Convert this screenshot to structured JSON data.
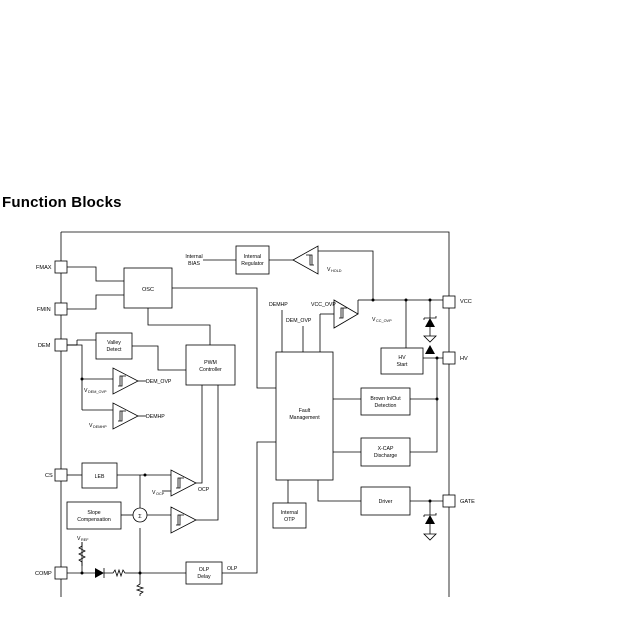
{
  "heading": "Function Blocks",
  "pins": {
    "fmax": "FMAX",
    "fmin": "FMIN",
    "dem": "DEM",
    "cs": "CS",
    "comp": "COMP",
    "vcc": "VCC",
    "hv": "HV",
    "gate": "GATE"
  },
  "blocks": {
    "osc": "OSC",
    "internal_regulator": [
      "Internal",
      "Regulator"
    ],
    "internal_bias": [
      "Internal",
      "BIAS"
    ],
    "valley_detect": [
      "Valley",
      "Detect"
    ],
    "pwm_controller": [
      "PWM",
      "Controller"
    ],
    "fault_management": [
      "Fault",
      "Management"
    ],
    "hv_start": [
      "HV",
      "Start"
    ],
    "brown_in_out": [
      "Brown In/Out",
      "Detection"
    ],
    "xcap_discharge": [
      "X-CAP",
      "Discharge"
    ],
    "driver": "Driver",
    "leb": "LEB",
    "slope_compensation": [
      "Slope",
      "Compensation"
    ],
    "olp_delay": [
      "OLP",
      "Delay"
    ],
    "internal_otp": [
      "Internal",
      "OTP"
    ]
  },
  "signals": {
    "demhp_top": "DEMHP",
    "dem_ovp_top": "DEM_OVP",
    "vcc_ovp": "VCC_OVP",
    "dem_ovp_out": "DEM_OVP",
    "demhp_out": "DEMHP",
    "ocp": "OCP",
    "olp": "OLP",
    "sum": "Σ"
  },
  "refs": {
    "vhold": {
      "main": "V",
      "sub": "HOLD"
    },
    "vcc_ovp_ref": {
      "main": "V",
      "sub": "CC_OVP"
    },
    "vdem_ovp": {
      "main": "V",
      "sub": "DEM_OVP"
    },
    "vdemhp": {
      "main": "V",
      "sub": "DEMHP"
    },
    "vocp": {
      "main": "V",
      "sub": "OCP"
    },
    "vref": {
      "main": "V",
      "sub": "REF"
    }
  }
}
